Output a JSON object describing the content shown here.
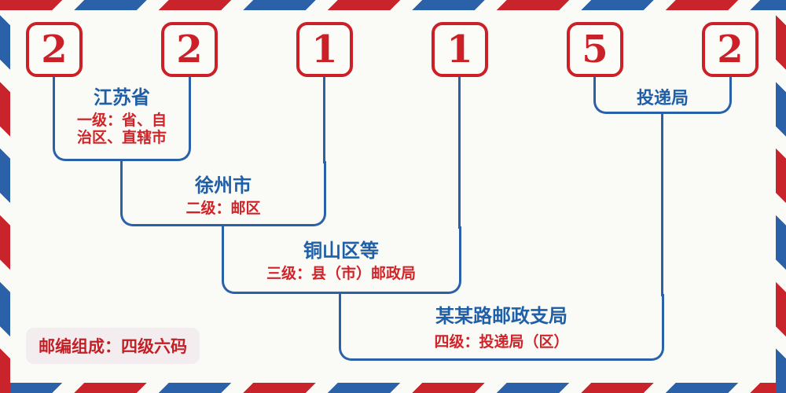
{
  "postal_code": {
    "digits": [
      "2",
      "2",
      "1",
      "1",
      "5",
      "2"
    ]
  },
  "levels": [
    {
      "name": "江苏省",
      "description": "一级：省、自治区、直辖市",
      "lines": [
        "一级：省、自",
        "治区、直辖市"
      ]
    },
    {
      "name": "徐州市",
      "description": "二级：邮区",
      "lines": [
        "二级：邮区"
      ]
    },
    {
      "name": "铜山区等",
      "description": "三级：县（市）邮政局",
      "lines": [
        "三级：县（市）邮政局"
      ]
    },
    {
      "name": "某某路邮政支局",
      "description": "四级：投递局（区）",
      "lines": [
        "四级：投递局（区）"
      ]
    }
  ],
  "delivery_label": "投递局",
  "footer_badge": "邮编组成：四级六码",
  "colors": {
    "stripe_red": "#c9242b",
    "stripe_blue": "#2b61a8",
    "digit_red": "#cc2028",
    "line_blue": "#2b61a8",
    "title_blue": "#1e5fa8",
    "desc_red": "#d02429",
    "badge_bg": "#f3edf0",
    "background": "#fafaf6"
  }
}
